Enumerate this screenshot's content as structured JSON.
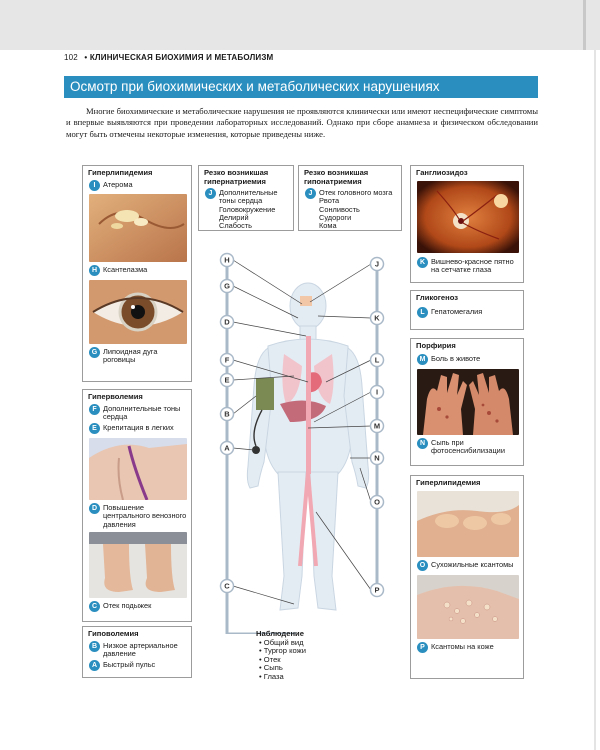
{
  "header": {
    "page_number": "102",
    "bullet": "•",
    "section": "КЛИНИЧЕСКАЯ БИОХИМИЯ И МЕТАБОЛИЗМ"
  },
  "title": "Осмотр при биохимических и метаболических нарушениях",
  "intro": "Многие биохимические и метаболические нарушения не проявляются клинически или имеют неспецифические симптомы и впервые выявляются при проведении лабораторных исследований. Однако при сборе анамнеза и физическом обследовании могут быть отмечены некоторые изменения, которые приведены ниже.",
  "colors": {
    "accent": "#2a8fbf",
    "border": "#9c9c9c",
    "silhouette": "#e4ecf3"
  },
  "boxes": {
    "hyperlipidemia_left": {
      "title": "Гиперлипидемия",
      "items": [
        {
          "letter": "I",
          "text": "Атерома"
        },
        {
          "letter": "H",
          "text": "Ксантелазма"
        },
        {
          "letter": "G",
          "text": "Липоидная дуга роговицы"
        }
      ]
    },
    "hypervolemia": {
      "title": "Гиперволемия",
      "items": [
        {
          "letter": "F",
          "text": "Дополнительные тоны сердца"
        },
        {
          "letter": "E",
          "text": "Крепитация в легких"
        },
        {
          "letter": "D",
          "text": "Повышение центрального венозного давления"
        },
        {
          "letter": "C",
          "text": "Отек подыжек"
        }
      ]
    },
    "hypovolemia": {
      "title": "Гиповолемия",
      "items": [
        {
          "letter": "B",
          "text": "Низкое артериальное давление"
        },
        {
          "letter": "A",
          "text": "Быстрый пульс"
        }
      ]
    },
    "hypernatremia": {
      "title": "Резко возникшая гипернатриемия",
      "letter": "J",
      "lines": [
        "Дополнительные",
        "тоны сердца",
        "Головокружение",
        "Делирий",
        "Слабость"
      ]
    },
    "hyponatremia": {
      "title": "Резко возникшая гипонатриемия",
      "letter": "J",
      "lines": [
        "Отек головного мозга",
        "Рвота",
        "Сонливость",
        "Судороги",
        "Кома"
      ]
    },
    "gangliosidosis": {
      "title": "Ганглиозидоз",
      "letter": "K",
      "text": "Вишнево-красное пятно на сетчатке глаза"
    },
    "glycogenosis": {
      "title": "Гликогеноз",
      "letter": "L",
      "text": "Гепатомегалия"
    },
    "porphyria": {
      "title": "Порфирия",
      "items": [
        {
          "letter": "M",
          "text": "Боль в животе"
        },
        {
          "letter": "N",
          "text": "Сыпь при фотосенсибилизации"
        }
      ]
    },
    "hyperlipidemia_right": {
      "title": "Гиперлипидемия",
      "items": [
        {
          "letter": "O",
          "text": "Сухожильные ксантомы"
        },
        {
          "letter": "P",
          "text": "Ксантомы на коже"
        }
      ]
    }
  },
  "observation": {
    "title": "Наблюдение",
    "items": [
      "Общий вид",
      "Тургор кожи",
      "Отек",
      "Сыпь",
      "Глаза"
    ]
  },
  "diagram_labels": {
    "left": [
      "H",
      "G",
      "D",
      "F",
      "E",
      "B",
      "A",
      "C"
    ],
    "right": [
      "J",
      "K",
      "L",
      "I",
      "M",
      "N",
      "O",
      "P"
    ]
  }
}
